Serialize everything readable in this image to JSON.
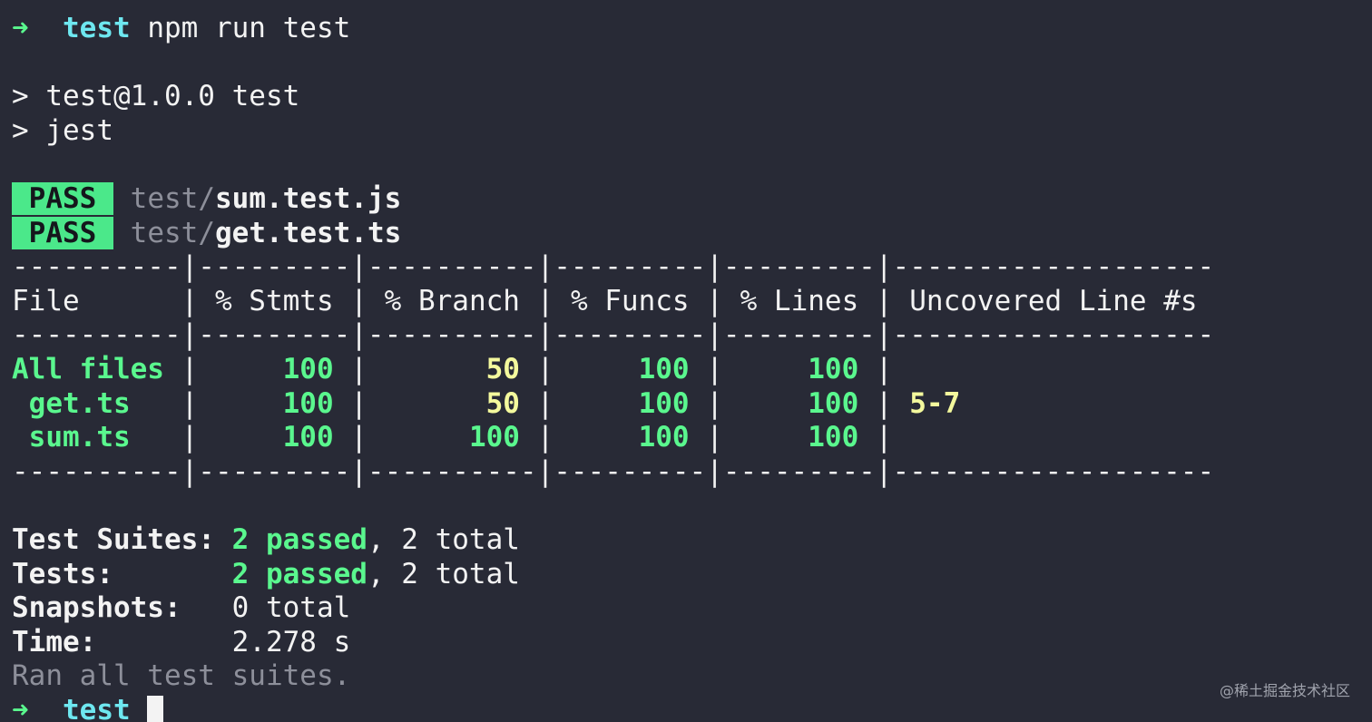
{
  "prompt": {
    "arrow": "➜",
    "dir": "test",
    "command": "npm run test"
  },
  "npm_output": {
    "line1": "> test@1.0.0 test",
    "line2": "> jest"
  },
  "results": [
    {
      "badge": "PASS",
      "dir": "test/",
      "file": "sum.test.js"
    },
    {
      "badge": "PASS",
      "dir": "test/",
      "file": "get.test.ts"
    }
  ],
  "coverage_table": {
    "separator": "----------|---------|----------|---------|---------|-------------------",
    "headers": [
      "File",
      "% Stmts",
      "% Branch",
      "% Funcs",
      "% Lines",
      "Uncovered Line #s"
    ],
    "rows": [
      {
        "file": "All files",
        "stmts": "100",
        "branch": "50",
        "funcs": "100",
        "lines": "100",
        "uncovered": ""
      },
      {
        "file": "get.ts",
        "stmts": "100",
        "branch": "50",
        "funcs": "100",
        "lines": "100",
        "uncovered": "5-7"
      },
      {
        "file": "sum.ts",
        "stmts": "100",
        "branch": "100",
        "funcs": "100",
        "lines": "100",
        "uncovered": ""
      }
    ]
  },
  "summary": {
    "suites_label": "Test Suites:",
    "suites_passed": "2 passed",
    "suites_total": ", 2 total",
    "tests_label": "Tests:",
    "tests_passed": "2 passed",
    "tests_total": ", 2 total",
    "snapshots_label": "Snapshots:",
    "snapshots_value": "0 total",
    "time_label": "Time:",
    "time_value": "2.278 s",
    "ran": "Ran all test suites."
  },
  "prompt_end": {
    "arrow": "➜",
    "dir": "test"
  },
  "watermark": "@稀土掘金技术社区",
  "colors": {
    "background": "#282a36",
    "green": "#5af78e",
    "yellow": "#f4f99d",
    "cyan": "#6ee7f0",
    "pass_badge": "#4be88a"
  }
}
